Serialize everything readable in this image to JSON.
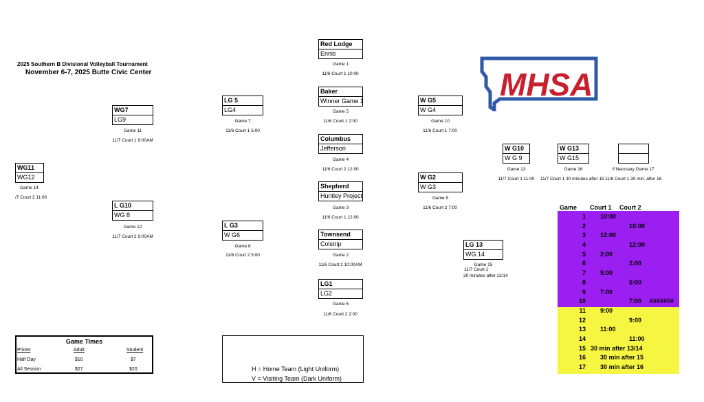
{
  "header": {
    "title": "2025 Southern B Divisional Volleyball Tournament",
    "subtitle": "November 6-7, 2025 Butte Civic Center"
  },
  "logo": {
    "text": "MHSA",
    "color": "#c8202f",
    "outline_color": "#2f5aa8"
  },
  "games": {
    "g1": {
      "top": "Red Lodge",
      "bottom": "Ennis",
      "label": "Game 1",
      "time": "11/6 Court 1 10:00"
    },
    "g5": {
      "top": "Baker",
      "bottom": "Winner Game 1",
      "label": "Game 5",
      "time": "11/6 Court 1 2:00"
    },
    "g4": {
      "top": "Columbus",
      "bottom": "Jefferson",
      "label": "Game 4",
      "time": "11/6 Court 2 12:00"
    },
    "g3": {
      "top": "Shepherd",
      "bottom": "Huntley Project",
      "label": "Game 3",
      "time": "11/6 Court 1 12:00"
    },
    "g2": {
      "top": "Townsend",
      "bottom": "Colstrip",
      "label": "Game 2",
      "time": "11/6 Court 2 10:00AM"
    },
    "g6": {
      "top": "LG1",
      "bottom": "LG2",
      "label": "Game 6",
      "time": "11/6 Court 2 2:00"
    },
    "g7": {
      "top": "LG 5",
      "bottom": "LG4",
      "label": "Game 7",
      "time": "11/6 Court 1 5:00"
    },
    "g8": {
      "top": "L G3",
      "bottom": "W G6",
      "label": "Game 8",
      "time": "11/6 Court 2 5:00"
    },
    "g11": {
      "top": "WG7",
      "bottom": "LG9",
      "label": "Game 11",
      "time": "11/7 Court 1 9:00AM"
    },
    "g12": {
      "top": "L G10",
      "bottom": "WG 8",
      "label": "Game 12",
      "time": "11/7 Court 2 9:00AM"
    },
    "g14": {
      "top": "WG11",
      "bottom": "WG12",
      "label": "Game 14",
      "time": "/7 Court 2 11:00"
    },
    "g10": {
      "top": "W G5",
      "bottom": "W G4",
      "label": "Game 10",
      "time": "11/6 Court 1 7:00"
    },
    "g9": {
      "top": "W G2",
      "bottom": "W G3",
      "label": "Game 9",
      "time": "11/6 Court 2 7:00"
    },
    "g13": {
      "top": "W G10",
      "bottom": "W G 9",
      "label": "Game 13",
      "time": "11/7 Court 1 11:00"
    },
    "g16": {
      "top": "W G13",
      "bottom": "W G15",
      "label": "Game 16",
      "time": "11/7 Court 1 30 minutes after 15"
    },
    "g17": {
      "top": "",
      "bottom": "",
      "label": "If Neccsary Game 17",
      "time": "11/6 Court 1 30 min. after 16"
    },
    "g15": {
      "top": "LG 13",
      "bottom": "WG 14",
      "label": "Game 15",
      "time1": "11/7 Court 1",
      "time2": "30 minutes after 13/14"
    }
  },
  "schedule": {
    "headers": [
      "Game",
      "Court 1",
      "Court 2"
    ],
    "purple": "#9b1ff0",
    "yellow": "#f5f542",
    "rows": [
      {
        "game": "1",
        "c1": "10:00",
        "c2": ""
      },
      {
        "game": "2",
        "c1": "",
        "c2": "10:00"
      },
      {
        "game": "3",
        "c1": "12:00",
        "c2": ""
      },
      {
        "game": "4",
        "c1": "",
        "c2": "12:00"
      },
      {
        "game": "5",
        "c1": "2:00",
        "c2": ""
      },
      {
        "game": "6",
        "c1": "",
        "c2": "2:00"
      },
      {
        "game": "7",
        "c1": "5:00",
        "c2": ""
      },
      {
        "game": "8",
        "c1": "",
        "c2": "5:00"
      },
      {
        "game": "9",
        "c1": "7:00",
        "c2": ""
      },
      {
        "game": "10",
        "c1": "",
        "c2": "7:00",
        "extra": "#######"
      },
      {
        "game": "11",
        "c1": "9:00",
        "c2": ""
      },
      {
        "game": "12",
        "c1": "",
        "c2": "9:00"
      },
      {
        "game": "13",
        "c1": "11:00",
        "c2": ""
      },
      {
        "game": "14",
        "c1": "",
        "c2": "11:00"
      },
      {
        "game": "15",
        "wide": "30 min after 13/14"
      },
      {
        "game": "16",
        "wide": "30 min after 15"
      },
      {
        "game": "17",
        "wide": "30 min after 16"
      }
    ]
  },
  "prices": {
    "title": "Game Times",
    "col_prices": "Prices",
    "col_adult": "Adult",
    "col_student": "Student",
    "row1": {
      "label": "Half Day",
      "adult": "$10",
      "student": "$7"
    },
    "row2": {
      "label": "All Session",
      "adult": "$27",
      "student": "$20"
    }
  },
  "legend": {
    "home": "H =  Home Team (Light Uniform)",
    "visiting": "V =  Visiting Team (Dark Uniform)"
  }
}
